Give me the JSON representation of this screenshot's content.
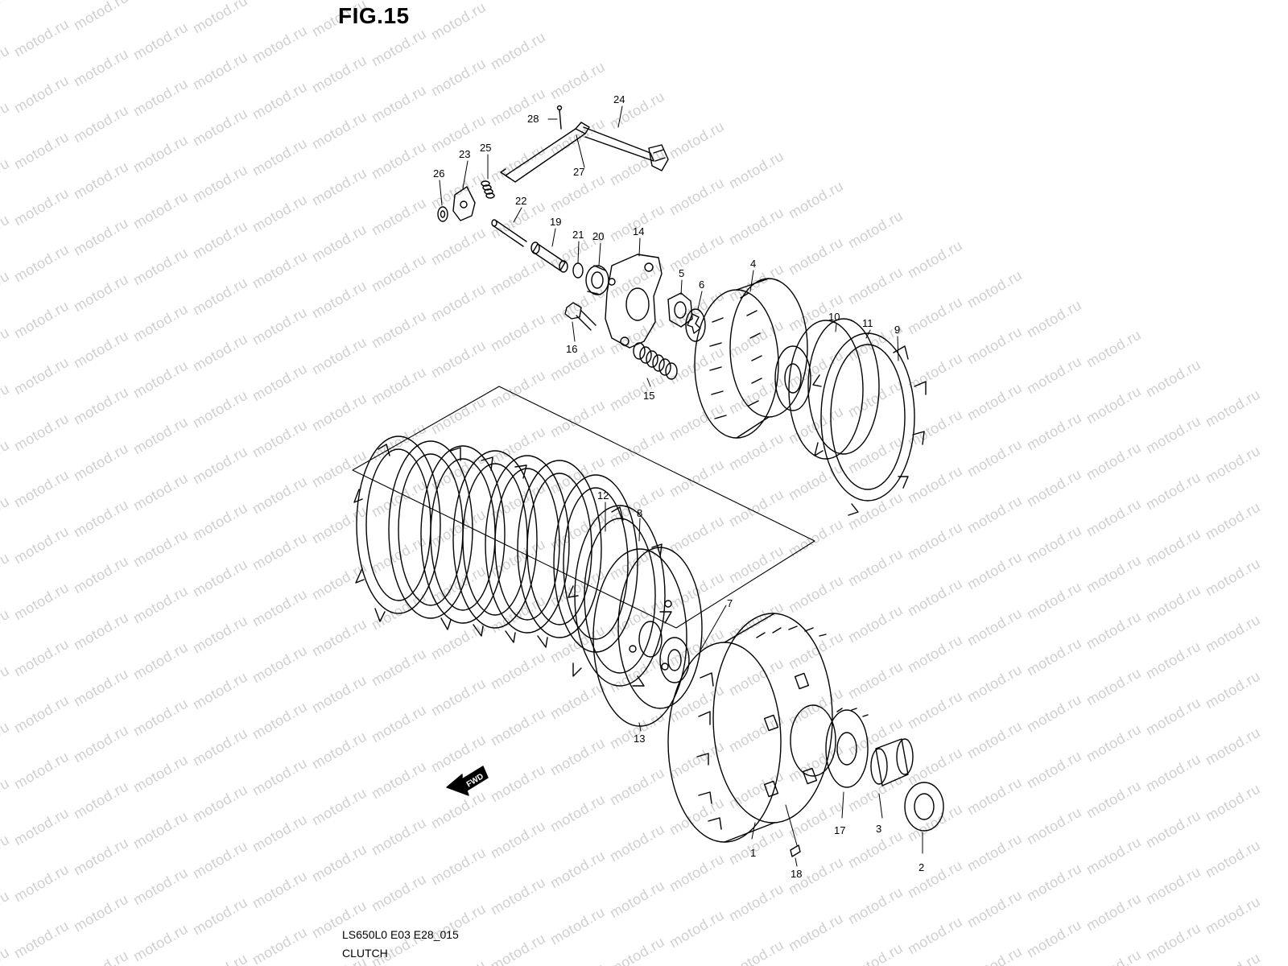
{
  "figure": {
    "title": "FIG.15",
    "code": "LS650L0 E03 E28_015",
    "caption": "CLUTCH"
  },
  "watermark": {
    "text": "motod.ru",
    "color": "#d0d0d0"
  },
  "fwd_marker": {
    "text": "FWD"
  },
  "parts": [
    {
      "id": "1",
      "label": "1"
    },
    {
      "id": "2",
      "label": "2"
    },
    {
      "id": "3",
      "label": "3"
    },
    {
      "id": "4",
      "label": "4"
    },
    {
      "id": "5",
      "label": "5"
    },
    {
      "id": "6",
      "label": "6"
    },
    {
      "id": "7",
      "label": "7"
    },
    {
      "id": "8",
      "label": "8"
    },
    {
      "id": "9",
      "label": "9"
    },
    {
      "id": "10",
      "label": "10"
    },
    {
      "id": "11",
      "label": "11"
    },
    {
      "id": "12",
      "label": "12"
    },
    {
      "id": "13",
      "label": "13"
    },
    {
      "id": "14",
      "label": "14"
    },
    {
      "id": "15",
      "label": "15"
    },
    {
      "id": "16",
      "label": "16"
    },
    {
      "id": "17",
      "label": "17"
    },
    {
      "id": "18",
      "label": "18"
    },
    {
      "id": "19",
      "label": "19"
    },
    {
      "id": "20",
      "label": "20"
    },
    {
      "id": "21",
      "label": "21"
    },
    {
      "id": "22",
      "label": "22"
    },
    {
      "id": "23",
      "label": "23"
    },
    {
      "id": "24",
      "label": "24"
    },
    {
      "id": "25",
      "label": "25"
    },
    {
      "id": "26",
      "label": "26"
    },
    {
      "id": "27",
      "label": "27"
    },
    {
      "id": "28",
      "label": "28"
    }
  ]
}
